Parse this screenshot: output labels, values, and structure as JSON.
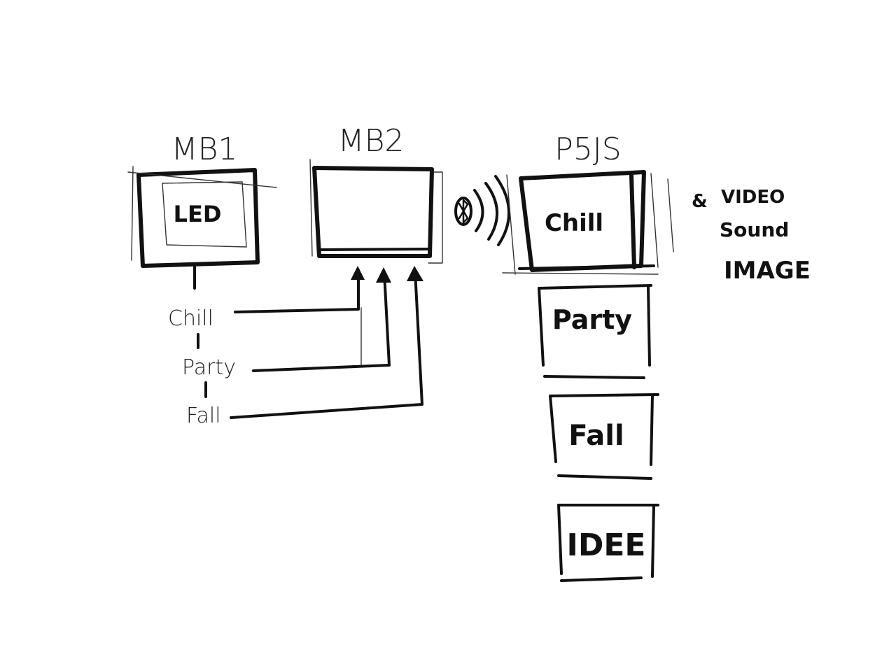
{
  "nodes": {
    "mb1": {
      "title": "MB1",
      "inner": "LED"
    },
    "mb2": {
      "title": "MB2"
    },
    "p5js": {
      "title": "P5JS"
    }
  },
  "states": [
    "Chill",
    "Party",
    "Fall"
  ],
  "screens": [
    "Chill",
    "Party",
    "Fall",
    "IDEE"
  ],
  "media": {
    "bullet": "&",
    "items": [
      "VIDEO",
      "Sound",
      "IMAGE"
    ]
  },
  "wireless": {
    "icon": "bluetooth-icon"
  },
  "colors": {
    "ink": "#111111",
    "paper": "#ffffff"
  }
}
